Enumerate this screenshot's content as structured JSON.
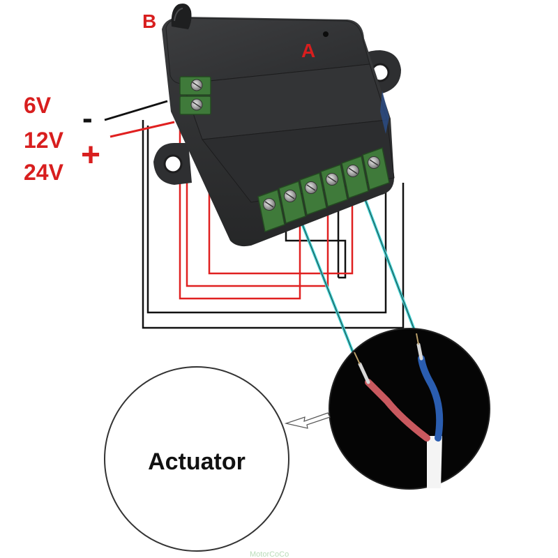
{
  "labels": {
    "antenna_label": "B",
    "indicator_label": "A",
    "voltage_6": "6V",
    "voltage_12": "12V",
    "voltage_24": "24V",
    "minus_sign": "-",
    "plus_sign": "+",
    "actuator": "Actuator",
    "watermark": "MotorCoCo"
  },
  "colors": {
    "accent_red": "#d81e1e",
    "wire_black": "#111111",
    "wire_red": "#e02020",
    "wire_cyan": "#3ecfd0",
    "housing": "#2f3032",
    "terminal_green": "#3f7a3a"
  },
  "icons": {
    "arrow": "arrow-left-icon",
    "antenna": "antenna-icon",
    "screw": "screw-terminal-icon"
  }
}
